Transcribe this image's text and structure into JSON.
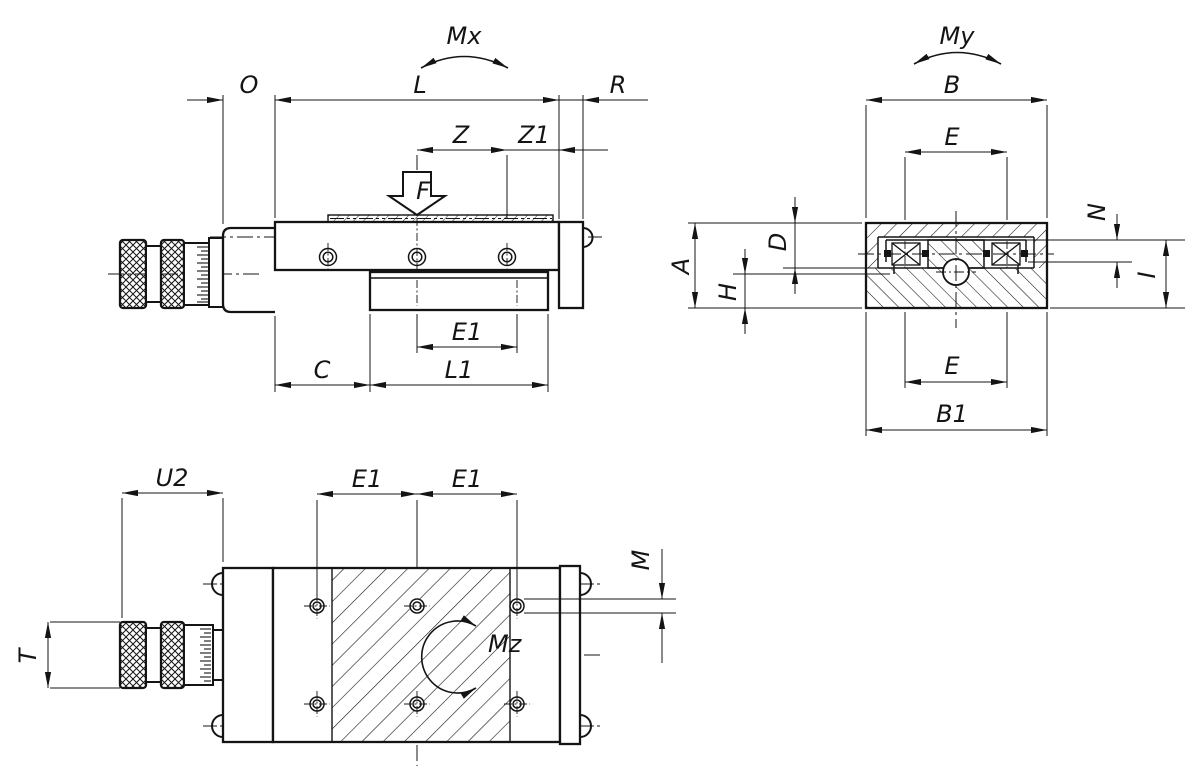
{
  "figure_type": "technical-dimension-drawing",
  "colors": {
    "ink": "#141414",
    "background": "#ffffff"
  },
  "views": {
    "side": {
      "title": "side-view",
      "labels": {
        "O": "O",
        "L": "L",
        "R": "R",
        "Mx": "Mx",
        "Z": "Z",
        "Z1": "Z1",
        "F": "F",
        "E1": "E1",
        "C": "C",
        "L1": "L1"
      }
    },
    "end": {
      "title": "end-section-view",
      "labels": {
        "My": "My",
        "B": "B",
        "E_top": "E",
        "A": "A",
        "D": "D",
        "H": "H",
        "N": "N",
        "I": "I",
        "E_bottom": "E",
        "B1": "B1"
      }
    },
    "bottom": {
      "title": "bottom-view",
      "labels": {
        "U2": "U2",
        "E1_left": "E1",
        "E1_right": "E1",
        "M": "M",
        "T": "T",
        "Mz": "Mz"
      }
    }
  }
}
